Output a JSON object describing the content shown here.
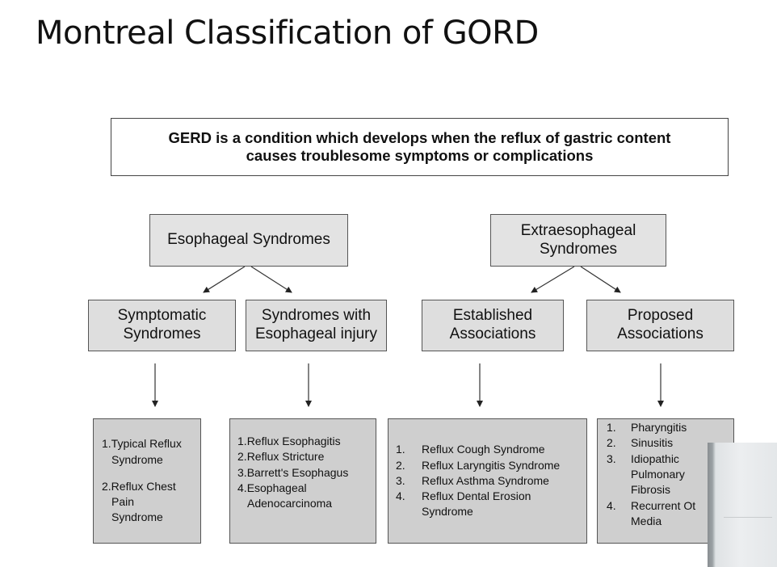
{
  "title": "Montreal Classification of GORD",
  "definition": {
    "line1": "GERD is a condition which develops when the reflux of gastric content",
    "line2": "causes troublesome symptoms or complications"
  },
  "esophageal": {
    "label": "Esophageal Syndromes",
    "symptomatic": {
      "line1": "Symptomatic",
      "line2": "Syndromes",
      "items": [
        "1.Typical Reflux",
        "Syndrome",
        "2.Reflux Chest",
        "Pain",
        "Syndrome"
      ]
    },
    "injury": {
      "line1": "Syndromes with",
      "line2": "Esophageal injury",
      "items": [
        {
          "n": "1. ",
          "t": "Reflux Esophagitis"
        },
        {
          "n": "2. ",
          "t": "Reflux Stricture"
        },
        {
          "n": "3. ",
          "t": "Barrett's Esophagus"
        },
        {
          "n": "4.",
          "t": "Esophageal"
        },
        {
          "n": "",
          "t": "Adenocarcinoma"
        }
      ]
    }
  },
  "extraesophageal": {
    "line1": "Extraesophageal",
    "line2": "Syndromes",
    "established": {
      "line1": "Established",
      "line2": "Associations",
      "items": [
        {
          "n": "1.",
          "t": "Reflux Cough Syndrome"
        },
        {
          "n": "2.",
          "t": "Reflux Laryngitis Syndrome"
        },
        {
          "n": "3.",
          "t": "Reflux Asthma Syndrome"
        },
        {
          "n": "4.",
          "t": "Reflux Dental Erosion"
        },
        {
          "n": "",
          "t": "Syndrome"
        }
      ]
    },
    "proposed": {
      "line1": "Proposed",
      "line2": "Associations",
      "items": [
        {
          "n": "1.",
          "t": "Pharyngitis"
        },
        {
          "n": "2.",
          "t": "Sinusitis"
        },
        {
          "n": "3.",
          "t": "Idiopathic"
        },
        {
          "n": "",
          "t": "Pulmonary"
        },
        {
          "n": "",
          "t": "Fibrosis"
        },
        {
          "n": "4.",
          "t": "Recurrent Ot"
        },
        {
          "n": "",
          "t": "Media"
        }
      ]
    }
  }
}
